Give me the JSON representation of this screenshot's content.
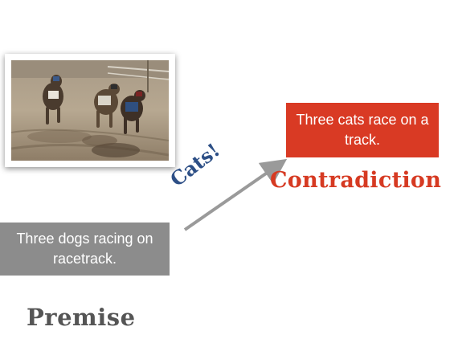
{
  "premise": {
    "text": "Three dogs racing on racetrack.",
    "label": "Premise",
    "color": "#8c8c8c"
  },
  "hypothesis": {
    "text": "Three cats race on a track.",
    "color": "#d93a24"
  },
  "relation": {
    "arrow_label": "Cats!",
    "label": "Contradiction",
    "label_color": "#d63a22",
    "arrow_label_color": "#2d4f86"
  },
  "photo": {
    "subject": "greyhounds racing on a dirt track"
  }
}
